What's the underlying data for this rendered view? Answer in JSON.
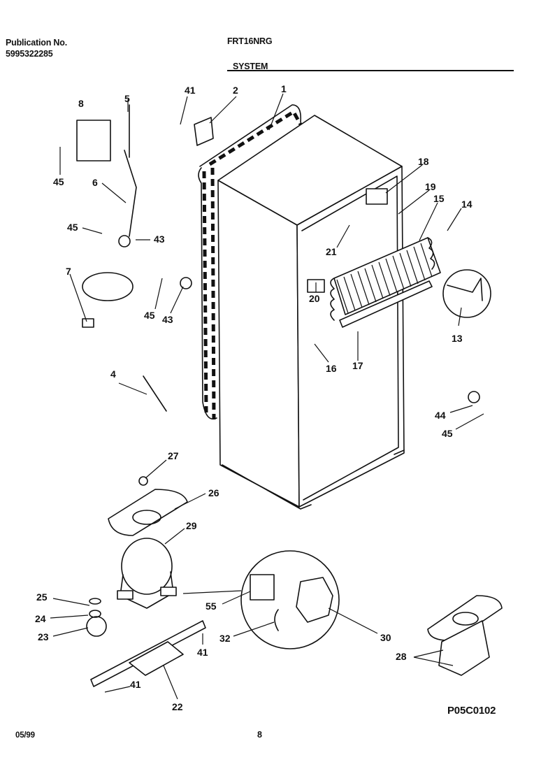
{
  "header": {
    "publication_label": "Publication No.",
    "publication_number": "5995322285",
    "model": "FRT16NRG",
    "section": "SYSTEM"
  },
  "footer": {
    "date": "05/99",
    "page": "8",
    "diagram_code": "P05C0102"
  },
  "callouts": [
    "1",
    "2",
    "41",
    "5",
    "8",
    "45",
    "6",
    "45",
    "43",
    "7",
    "45",
    "43",
    "18",
    "19",
    "15",
    "14",
    "21",
    "20",
    "13",
    "16",
    "17",
    "4",
    "44",
    "45",
    "27",
    "26",
    "29",
    "25",
    "55",
    "24",
    "23",
    "32",
    "30",
    "41",
    "28",
    "41",
    "22"
  ]
}
